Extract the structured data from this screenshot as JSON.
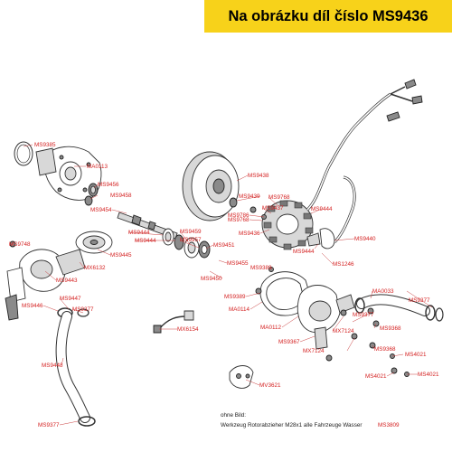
{
  "banner": {
    "text": "Na obrázku díl číslo MS9436",
    "color": "#f7d21a"
  },
  "labels": {
    "ms9385": "MS9385",
    "ma0113": "MA0113",
    "ms9456": "MS9456",
    "ms9458": "MS9458",
    "ms9454": "MS9454",
    "ms9444_a": "MS9444",
    "ms9444_b": "MS9444",
    "ms9459": "MS9459",
    "ms9957": "MS9957",
    "ms9451": "MS9451",
    "ms9445": "MS9445",
    "mx6132": "MX6132",
    "ms9748": "MS9748",
    "ms9443": "MS9443",
    "ms9447": "MS9447",
    "ms9446": "MS9446",
    "ms9377_a": "MS9377",
    "ms9448": "MS9448",
    "ms9377_b": "MS9377",
    "ms9438": "MS9438",
    "ms9439": "MS9439",
    "ms9768_a": "MS9768",
    "ms9437": "MS9437",
    "ms9786": "MS9786",
    "ms9768_b": "MS9768",
    "ms9436": "MS9436",
    "ms9444_c": "MS9444",
    "ms9444_d": "MS9444",
    "ms9440": "MS9440",
    "ms1246": "MS1246",
    "ms9455": "MS9455",
    "ms9389_a": "MS9389",
    "ms9450": "MS9450",
    "ms9389_b": "MS9389",
    "ma0114": "MA0114",
    "ma0112": "MA0112",
    "ms9367": "MS9367",
    "mx7124_a": "MX7124",
    "mx7124_b": "MX7124",
    "ms9377_c": "MS9377",
    "ms9368_a": "MS9368",
    "ms9368_b": "MS9368",
    "ma0033": "MA0033",
    "ms9377_d": "MS9377",
    "ms4021_a": "MS4021",
    "ms4021_b": "MS4021",
    "ms4021_c": "MS4021",
    "mx6154": "MX6154",
    "mv3621": "MV3621",
    "ms3809": "MS3809"
  },
  "notes": {
    "title": "ohne Bild:",
    "tool": "Werkzeug Rotorabzieher M28x1 alle Fahrzeuge Wasser"
  }
}
